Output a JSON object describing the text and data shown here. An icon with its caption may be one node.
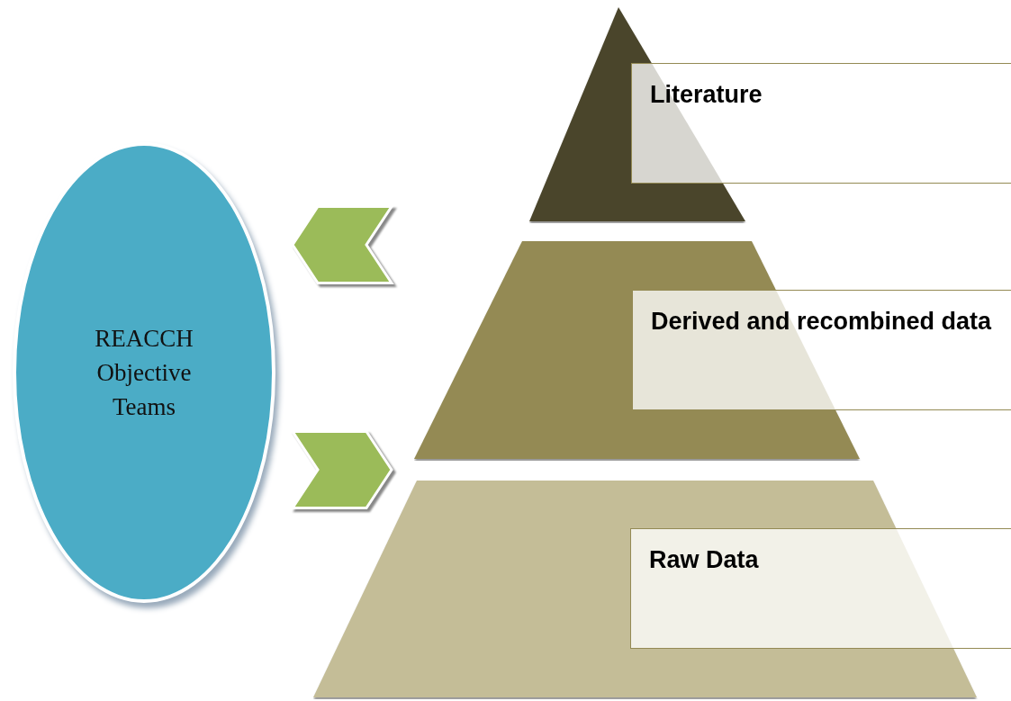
{
  "diagram": {
    "nodes": [
      {
        "text": [
          "REACCH Objective Teams"
        ]
      },
      {
        "text": [
          "Literature"
        ]
      },
      {
        "text": [
          "Derived and recombined data"
        ]
      },
      {
        "text": [
          "Raw Data"
        ]
      }
    ],
    "edges": [
      {
        "from": 2,
        "to": 0,
        "arrow": "to"
      },
      {
        "from": 0,
        "to": 3,
        "arrow": "to"
      }
    ]
  }
}
